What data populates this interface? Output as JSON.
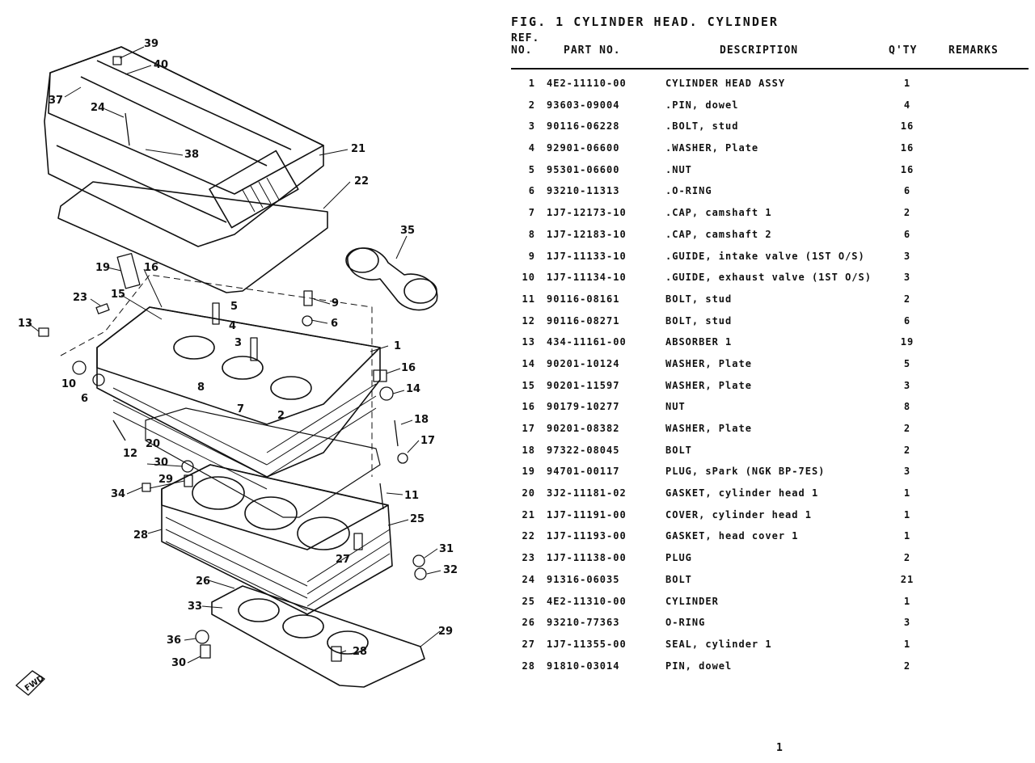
{
  "figure_title": "FIG. 1 CYLINDER HEAD. CYLINDER",
  "columns": {
    "ref": "REF.\nNO.",
    "ref_line1": "REF.",
    "ref_line2": "NO.",
    "part_no": "PART NO.",
    "description": "DESCRIPTION",
    "qty": "Q'TY",
    "remarks": "REMARKS"
  },
  "parts": [
    {
      "ref": "1",
      "part_no": "4E2-11110-00",
      "description": "CYLINDER HEAD ASSY",
      "qty": "1",
      "remarks": ""
    },
    {
      "ref": "2",
      "part_no": "93603-09004",
      "description": ".PIN, dowel",
      "qty": "4",
      "remarks": ""
    },
    {
      "ref": "3",
      "part_no": "90116-06228",
      "description": ".BOLT, stud",
      "qty": "16",
      "remarks": ""
    },
    {
      "ref": "4",
      "part_no": "92901-06600",
      "description": ".WASHER, Plate",
      "qty": "16",
      "remarks": ""
    },
    {
      "ref": "5",
      "part_no": "95301-06600",
      "description": ".NUT",
      "qty": "16",
      "remarks": ""
    },
    {
      "ref": "6",
      "part_no": "93210-11313",
      "description": ".O-RING",
      "qty": "6",
      "remarks": ""
    },
    {
      "ref": "7",
      "part_no": "1J7-12173-10",
      "description": ".CAP, camshaft 1",
      "qty": "2",
      "remarks": ""
    },
    {
      "ref": "8",
      "part_no": "1J7-12183-10",
      "description": ".CAP, camshaft 2",
      "qty": "6",
      "remarks": ""
    },
    {
      "ref": "9",
      "part_no": "1J7-11133-10",
      "description": ".GUIDE, intake valve (1ST O/S)",
      "qty": "3",
      "remarks": ""
    },
    {
      "ref": "10",
      "part_no": "1J7-11134-10",
      "description": ".GUIDE, exhaust valve (1ST O/S)",
      "qty": "3",
      "remarks": ""
    },
    {
      "ref": "11",
      "part_no": "90116-08161",
      "description": "BOLT, stud",
      "qty": "2",
      "remarks": ""
    },
    {
      "ref": "12",
      "part_no": "90116-08271",
      "description": "BOLT, stud",
      "qty": "6",
      "remarks": ""
    },
    {
      "ref": "13",
      "part_no": "434-11161-00",
      "description": "ABSORBER 1",
      "qty": "19",
      "remarks": ""
    },
    {
      "ref": "14",
      "part_no": "90201-10124",
      "description": "WASHER, Plate",
      "qty": "5",
      "remarks": ""
    },
    {
      "ref": "15",
      "part_no": "90201-11597",
      "description": "WASHER, Plate",
      "qty": "3",
      "remarks": ""
    },
    {
      "ref": "16",
      "part_no": "90179-10277",
      "description": "NUT",
      "qty": "8",
      "remarks": ""
    },
    {
      "ref": "17",
      "part_no": "90201-08382",
      "description": "WASHER, Plate",
      "qty": "2",
      "remarks": ""
    },
    {
      "ref": "18",
      "part_no": "97322-08045",
      "description": "BOLT",
      "qty": "2",
      "remarks": ""
    },
    {
      "ref": "19",
      "part_no": "94701-00117",
      "description": "PLUG, sPark (NGK BP-7ES)",
      "qty": "3",
      "remarks": ""
    },
    {
      "ref": "20",
      "part_no": "3J2-11181-02",
      "description": "GASKET, cylinder head 1",
      "qty": "1",
      "remarks": ""
    },
    {
      "ref": "21",
      "part_no": "1J7-11191-00",
      "description": "COVER, cylinder head 1",
      "qty": "1",
      "remarks": ""
    },
    {
      "ref": "22",
      "part_no": "1J7-11193-00",
      "description": "GASKET, head cover 1",
      "qty": "1",
      "remarks": ""
    },
    {
      "ref": "23",
      "part_no": "1J7-11138-00",
      "description": "PLUG",
      "qty": "2",
      "remarks": ""
    },
    {
      "ref": "24",
      "part_no": "91316-06035",
      "description": "BOLT",
      "qty": "21",
      "remarks": ""
    },
    {
      "ref": "25",
      "part_no": "4E2-11310-00",
      "description": "CYLINDER",
      "qty": "1",
      "remarks": ""
    },
    {
      "ref": "26",
      "part_no": "93210-77363",
      "description": "O-RING",
      "qty": "3",
      "remarks": ""
    },
    {
      "ref": "27",
      "part_no": "1J7-11355-00",
      "description": "SEAL, cylinder 1",
      "qty": "1",
      "remarks": ""
    },
    {
      "ref": "28",
      "part_no": "91810-03014",
      "description": "PIN, dowel",
      "qty": "2",
      "remarks": ""
    }
  ],
  "diagram_callouts": [
    "39",
    "40",
    "37",
    "24",
    "38",
    "21",
    "22",
    "35",
    "19",
    "16",
    "23",
    "15",
    "5",
    "9",
    "4",
    "6",
    "3",
    "13",
    "1",
    "10",
    "6",
    "8",
    "7",
    "2",
    "16",
    "14",
    "12",
    "18",
    "20",
    "17",
    "30",
    "29",
    "34",
    "11",
    "28",
    "25",
    "27",
    "31",
    "32",
    "26",
    "33",
    "36",
    "30",
    "29",
    "28"
  ],
  "fwd_marker": "FWD",
  "page_number": "1"
}
